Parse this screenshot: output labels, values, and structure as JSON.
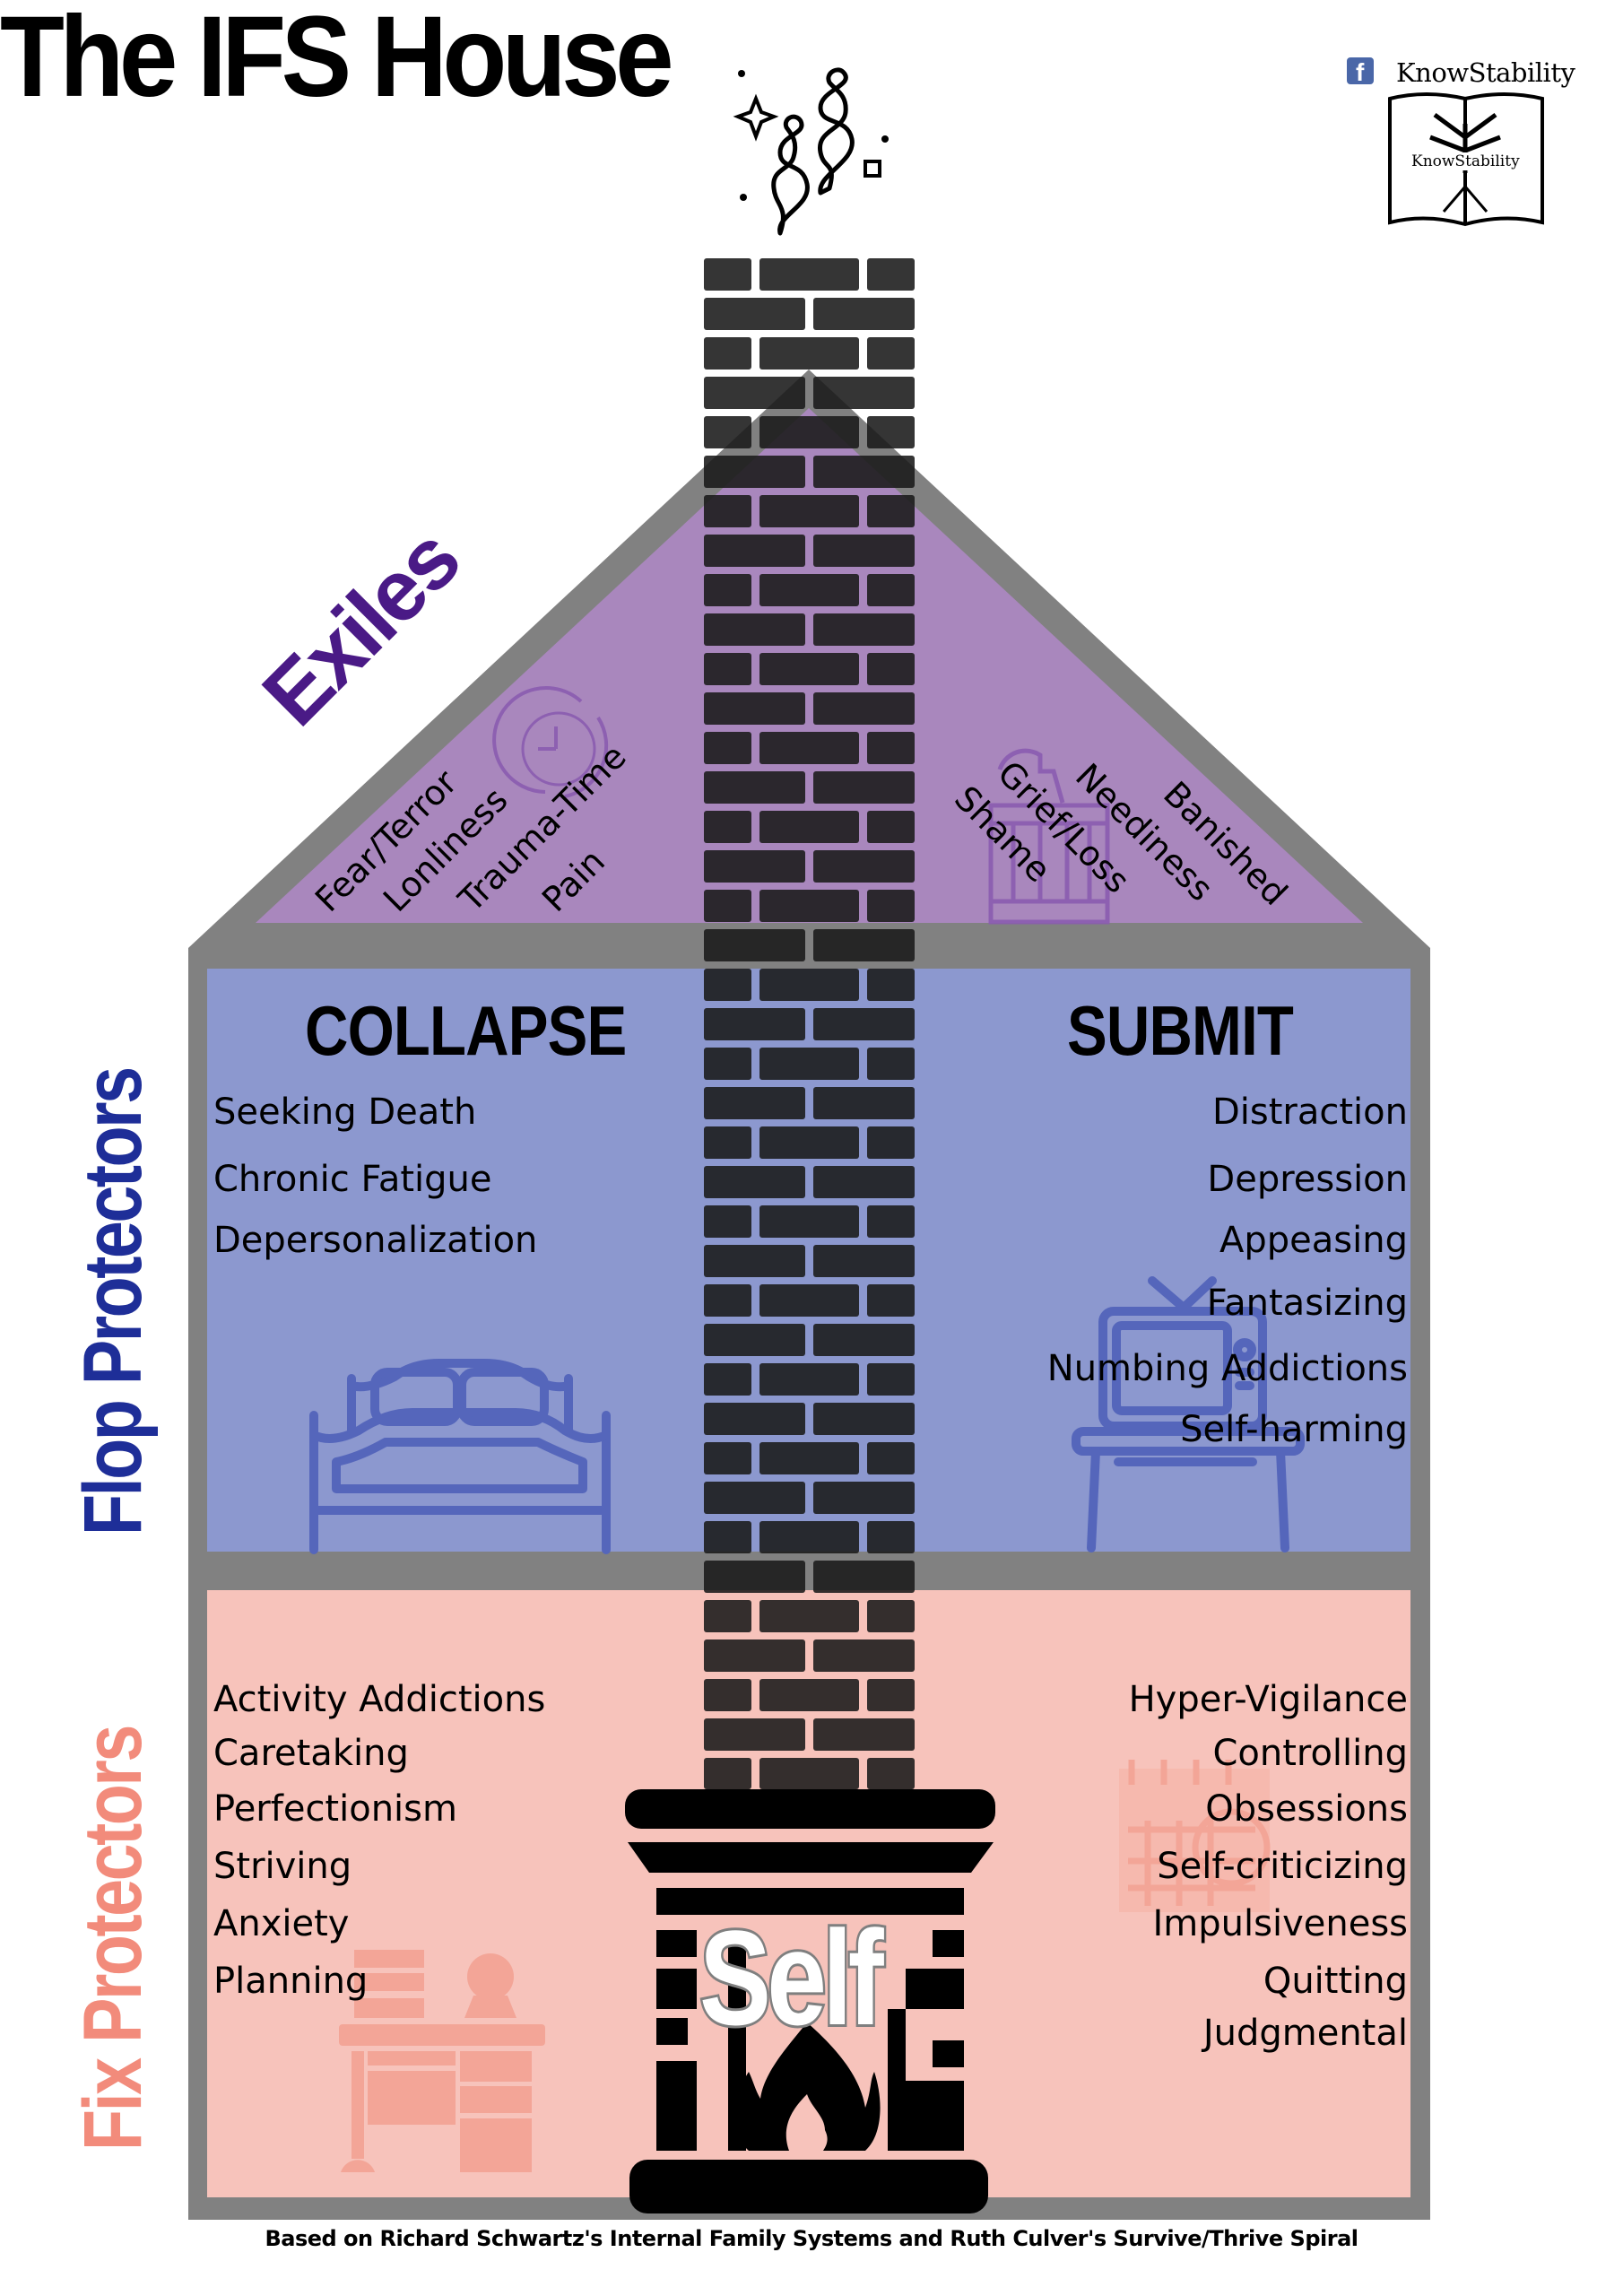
{
  "title": "The IFS House",
  "logo": {
    "brand": "KnowStability",
    "inner_text": "KnowStability",
    "icons": [
      "facebook-like-icon",
      "book-tree-icon"
    ]
  },
  "colors": {
    "wall": "#818181",
    "attic": "#a987bd",
    "exiles_label": "#4a1a86",
    "flop_floor": "#8c98cf",
    "flop_label": "#1e2e98",
    "fix_floor": "#f7c3bb",
    "fix_label": "#f28b7b",
    "chimney": "#1a1a1a",
    "icon_blue": "#5566bb",
    "icon_pink": "#f3a597",
    "icon_purple": "#8a5cb0"
  },
  "attic": {
    "label": "Exiles",
    "left_items": [
      "Fear/Terror",
      "Lonliness",
      "Trauma-Time",
      "Pain"
    ],
    "right_items": [
      "Shame",
      "Grief/Loss",
      "Neediness",
      "Banished"
    ],
    "icons": [
      "broken-clock-icon",
      "crib-icon"
    ]
  },
  "flop": {
    "side_label": "Flop Protectors",
    "left": {
      "heading": "COLLAPSE",
      "items": [
        "Seeking Death",
        "Chronic Fatigue",
        "Depersonalization"
      ]
    },
    "right": {
      "heading": "SUBMIT",
      "items": [
        "Distraction",
        "Depression",
        "Appeasing",
        "Fantasizing",
        "Numbing Addictions",
        "Self-harming"
      ]
    },
    "icons": [
      "bed-icon",
      "tv-icon"
    ]
  },
  "fix": {
    "side_label": "Fix Protectors",
    "left_items": [
      "Activity Addictions",
      "Caretaking",
      "Perfectionism",
      "Striving",
      "Anxiety",
      "Planning"
    ],
    "right_items": [
      "Hyper-Vigilance",
      "Controlling",
      "Obsessions",
      "Self-criticizing",
      "Impulsiveness",
      "Quitting",
      "Judgmental"
    ],
    "icons": [
      "desk-icon",
      "calendar-alert-icon"
    ]
  },
  "center": {
    "label": "Self",
    "icons": [
      "fireplace-icon",
      "chimney-icon",
      "smoke-icon"
    ]
  },
  "footer": "Based on Richard Schwartz's Internal Family Systems and Ruth Culver's Survive/Thrive Spiral"
}
